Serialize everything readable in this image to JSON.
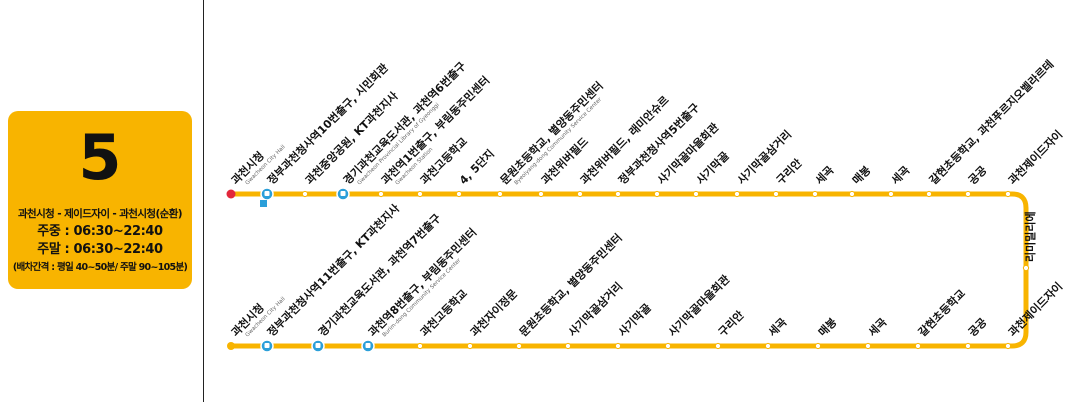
{
  "route": {
    "number": "5",
    "path": "과천시청 - 제이드자이 - 과천시청(순환)",
    "weekday_label": "주중",
    "weekday_hours": "06:30~22:40",
    "weekend_label": "주말",
    "weekend_hours": "06:30~22:40",
    "interval": "(배차간격 : 평일 40~50분/ 주말 90~105분)"
  },
  "colors": {
    "line": "#f8b400",
    "start_marker": "#e2273b",
    "transfer_icon": "#2b9fd9",
    "station_fill": "#ffffff",
    "text": "#111111",
    "subtext": "#666666"
  },
  "outbound": [
    {
      "name": "과천시청",
      "sub": "Gwacheon City Hall",
      "start": true
    },
    {
      "name": "정부과천청사역10번출구, 시민회관",
      "transfer": true
    },
    {
      "name": "과천중앙공원, KT과천지사"
    },
    {
      "name": "경기과천교육도서관, 과천역6번출구",
      "sub": "Gwacheon Provincial Library of Gyeonggi",
      "transfer": true
    },
    {
      "name": "과천역1번출구, 부림동주민센터",
      "sub": "Gwacheon Station"
    },
    {
      "name": "과천고등학교"
    },
    {
      "name": "4, 5단지"
    },
    {
      "name": "문원초등학교, 별양동주민센터",
      "sub": "Byeolyang-dong Community Service Center"
    },
    {
      "name": "과천위버필드"
    },
    {
      "name": "과천위버필드, 래미안슈르"
    },
    {
      "name": "정부과천청사역5번출구"
    },
    {
      "name": "사기막골마을회관"
    },
    {
      "name": "사기막골"
    },
    {
      "name": "사기막골삼거리"
    },
    {
      "name": "구리안"
    },
    {
      "name": "세곡"
    },
    {
      "name": "매봉"
    },
    {
      "name": "세곡"
    },
    {
      "name": "갈현초등학교, 과천푸르지오벨라르테"
    },
    {
      "name": "공공"
    },
    {
      "name": "과천제이드자이"
    }
  ],
  "turnaround": {
    "name": "리미밀리에"
  },
  "inbound": [
    {
      "name": "과천시청",
      "sub": "Gwacheon City Hall",
      "end": true
    },
    {
      "name": "정부과천청사역11번출구, KT과천지사",
      "transfer": true
    },
    {
      "name": "경기과천교육도서관, 과천역7번출구",
      "transfer": true
    },
    {
      "name": "과천역8번출구, 부림동주민센터",
      "sub": "Burim-dong Community Service Center",
      "transfer": true
    },
    {
      "name": "과천고등학교"
    },
    {
      "name": "과천자이정문"
    },
    {
      "name": "문원초등학교, 별양동주민센터"
    },
    {
      "name": "사기막골삼거리"
    },
    {
      "name": "사기막골"
    },
    {
      "name": "사기막골마을회관"
    },
    {
      "name": "구리안"
    },
    {
      "name": "세곡"
    },
    {
      "name": "매봉"
    },
    {
      "name": "세곡"
    },
    {
      "name": "갈현초등학교"
    },
    {
      "name": "공공"
    },
    {
      "name": "과천제이드자이"
    }
  ]
}
